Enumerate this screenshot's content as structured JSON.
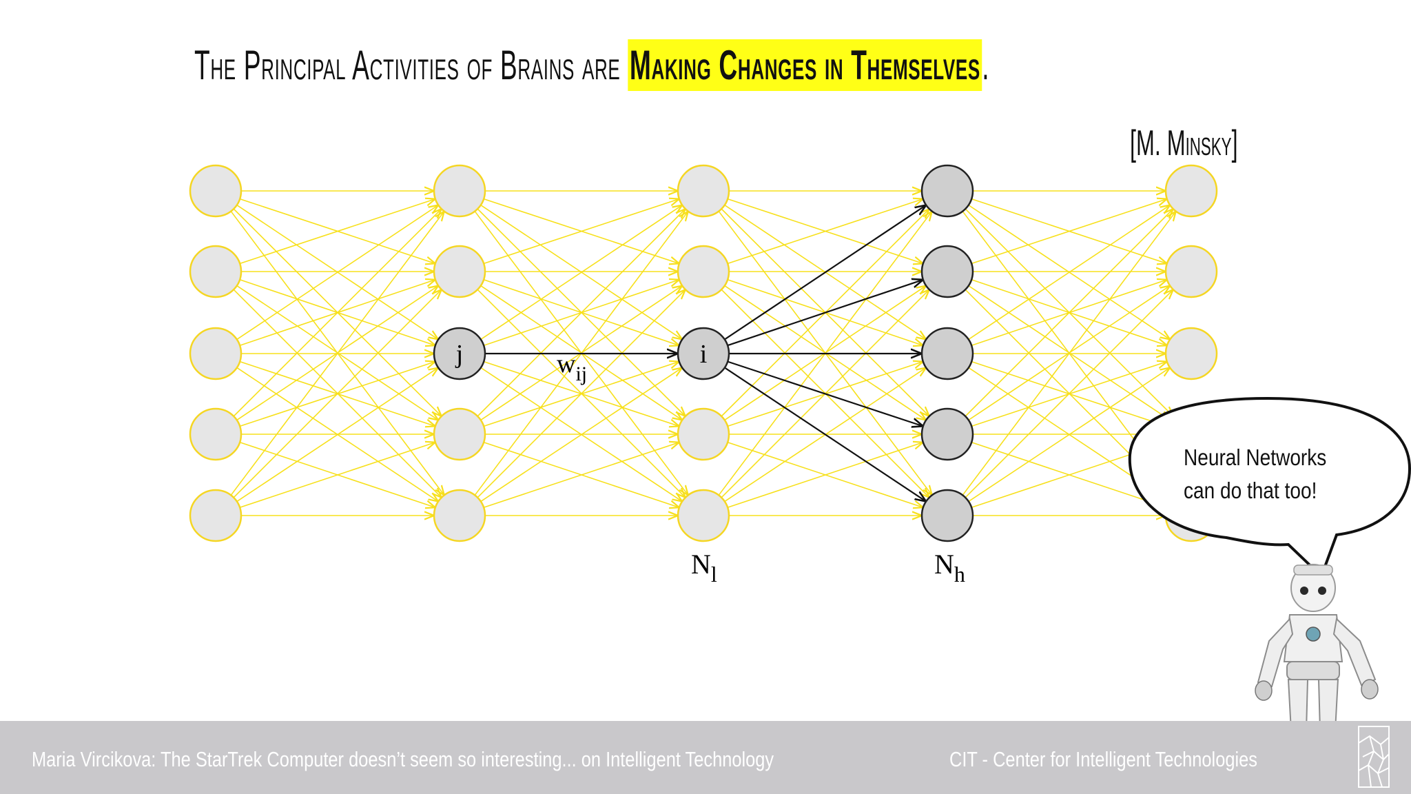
{
  "slide": {
    "title_prefix": "The Principal Activities of Brains are ",
    "title_highlight": "Making Changes in Themselves",
    "title_suffix": ".",
    "author": "[M. Minsky]",
    "highlight_color": "#ffff16"
  },
  "network": {
    "layers": 5,
    "nodes_per_layer": 5,
    "node_j_label": "j",
    "node_i_label": "i",
    "weight_label": "w",
    "weight_subscript": "ij",
    "layer3_label": "N",
    "layer3_subscript": "l",
    "layer4_label": "N",
    "layer4_subscript": "h",
    "edge_color": "#f7e01c",
    "node_fill": "#e6e6e6",
    "node_border": "#f5d623",
    "active_node_fill": "#cfcfcf"
  },
  "bubble": {
    "line1": "Neural Networks",
    "line2": "can do that too!"
  },
  "footer": {
    "left": "Maria Vircikova: The StarTrek Computer doesn’t seem so interesting... on Intelligent Technology",
    "right": "CIT - Center for Intelligent Technologies"
  }
}
